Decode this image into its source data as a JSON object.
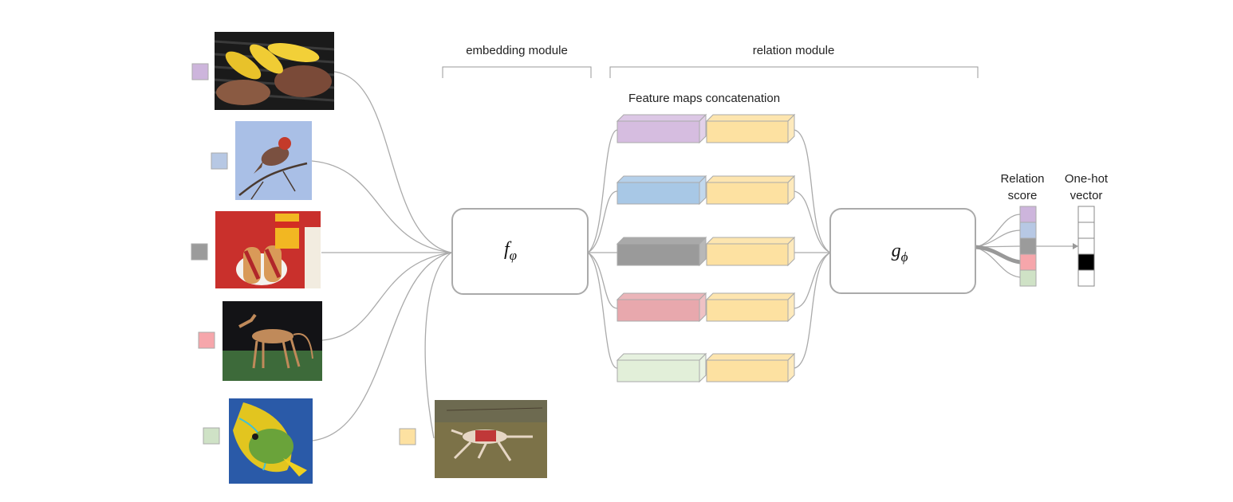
{
  "headers": {
    "embedding": "embedding module",
    "relation": "relation module",
    "concat": "Feature maps concatenation",
    "relation_score": [
      "Relation",
      "score"
    ],
    "onehot": [
      "One-hot",
      "vector"
    ]
  },
  "modules": {
    "f_main": "f",
    "f_sub": "φ",
    "g_main": "g",
    "g_sub": "ϕ"
  },
  "support_set": [
    {
      "name": "corn-steak",
      "color": "#cdb5dc"
    },
    {
      "name": "bird",
      "color": "#b7c8e4"
    },
    {
      "name": "hot-dog",
      "color": "#9b9b9b"
    },
    {
      "name": "saluki-dog",
      "color": "#f6a6ab"
    },
    {
      "name": "angelfish",
      "color": "#cfe2c6"
    }
  ],
  "query": {
    "name": "running-dog",
    "color": "#fde1a1"
  },
  "feature_pairs": [
    {
      "support_color": "#d6bde0",
      "query_color": "#fde1a1"
    },
    {
      "support_color": "#a8c8e6",
      "query_color": "#fde1a1"
    },
    {
      "support_color": "#9a9a9a",
      "query_color": "#fde1a1"
    },
    {
      "support_color": "#e8a8ad",
      "query_color": "#fde1a1"
    },
    {
      "support_color": "#e2efd9",
      "query_color": "#fde1a1"
    }
  ],
  "relation_scores": [
    "#cdb5dc",
    "#b7c8e4",
    "#9b9b9b",
    "#f6a6ab",
    "#cfe2c6"
  ],
  "one_hot": [
    0,
    0,
    0,
    1,
    0
  ],
  "colors": {
    "line": "#aaaaaa",
    "box_stroke": "#aaaaaa",
    "active": "#000000"
  }
}
